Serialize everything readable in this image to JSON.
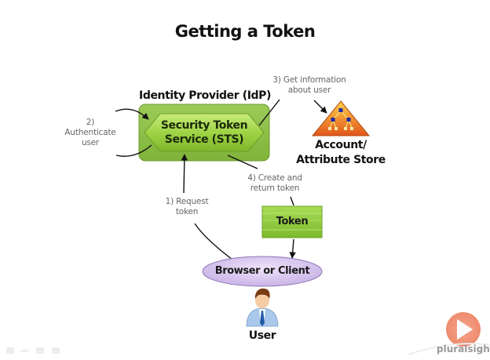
{
  "slide": {
    "title": "Getting a Token"
  },
  "nodes": {
    "idp_label": "Identity Provider (IdP)",
    "sts_line1": "Security Token",
    "sts_line2": "Service (STS)",
    "store_line1": "Account/",
    "store_line2": "Attribute Store",
    "token": "Token",
    "client": "Browser or Client",
    "user": "User"
  },
  "steps": {
    "step1_line1": "1) Request",
    "step1_line2": "token",
    "step2_line1": "2)",
    "step2_line2": "Authenticate",
    "step2_line3": "user",
    "step3_line1": "3) Get information",
    "step3_line2": "about user",
    "step4_line1": "4) Create and",
    "step4_line2": "return token"
  },
  "branding": {
    "logo": "pluralsight",
    "play_icon": "play-icon"
  },
  "colors": {
    "idp_green": "#8fc04a",
    "sts_green": "#9bd042",
    "token_green": "#8cc63f",
    "client_lavender": "#d9c8ef",
    "store_orange": "#f08a1c",
    "logo_orange": "#f08c70"
  }
}
